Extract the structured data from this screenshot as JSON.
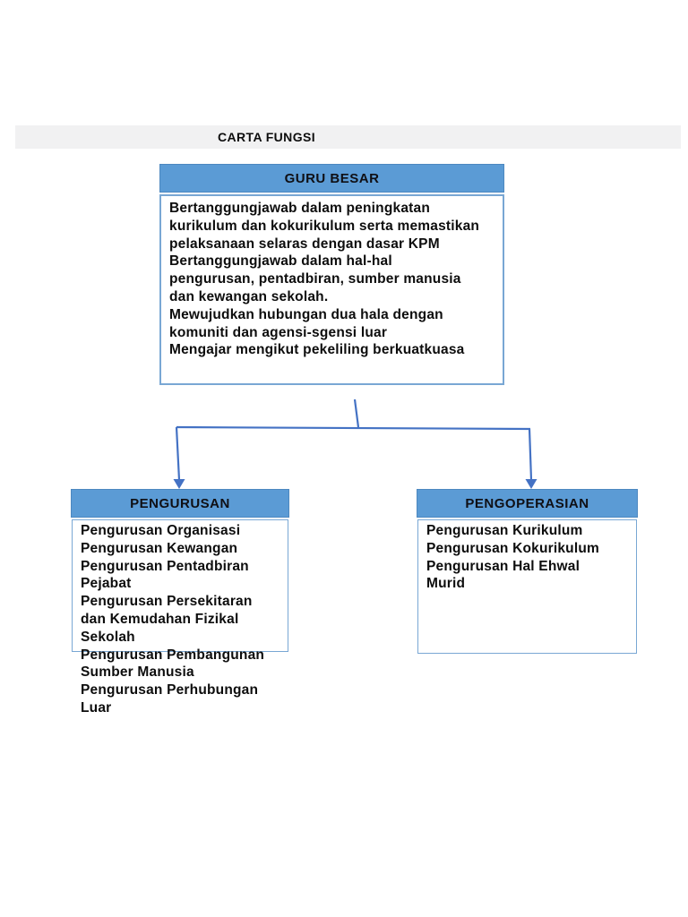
{
  "page": {
    "title": "CARTA FUNGSI"
  },
  "colors": {
    "page_background": "#ffffff",
    "title_band": "#f1f1f2",
    "node_header_fill": "#5b9bd5",
    "node_header_border": "#4d88c0",
    "node_body_border": "#79a7d4",
    "connector": "#4472c4",
    "text": "#0d0d0d"
  },
  "diagram": {
    "type": "function-org-chart",
    "root": {
      "title": "GURU BESAR",
      "body_lines": [
        "Bertanggungjawab dalam peningkatan",
        "kurikulum dan kokurikulum serta memastikan",
        "pelaksanaan selaras dengan  dasar KPM",
        "Bertanggungjawab dalam hal-hal",
        "pengurusan, pentadbiran, sumber manusia",
        "dan kewangan sekolah.",
        "Mewujudkan hubungan dua hala dengan",
        "komuniti dan agensi-sgensi luar",
        "Mengajar mengikut pekeliling berkuatkuasa"
      ]
    },
    "children": [
      {
        "title": "PENGURUSAN",
        "body_lines": [
          "Pengurusan Organisasi",
          "Pengurusan Kewangan",
          "Pengurusan Pentadbiran",
          "Pejabat",
          "Pengurusan Persekitaran",
          "dan Kemudahan Fizikal",
          "Sekolah",
          "Pengurusan Pembangunan",
          "Sumber Manusia",
          "Pengurusan Perhubungan",
          "Luar"
        ]
      },
      {
        "title": "PENGOPERASIAN",
        "body_lines": [
          "Pengurusan Kurikulum",
          "Pengurusan Kokurikulum",
          "Pengurusan Hal Ehwal",
          "Murid"
        ]
      }
    ],
    "edges": [
      {
        "from": "GURU BESAR",
        "to": "PENGURUSAN"
      },
      {
        "from": "GURU BESAR",
        "to": "PENGOPERASIAN"
      }
    ]
  }
}
